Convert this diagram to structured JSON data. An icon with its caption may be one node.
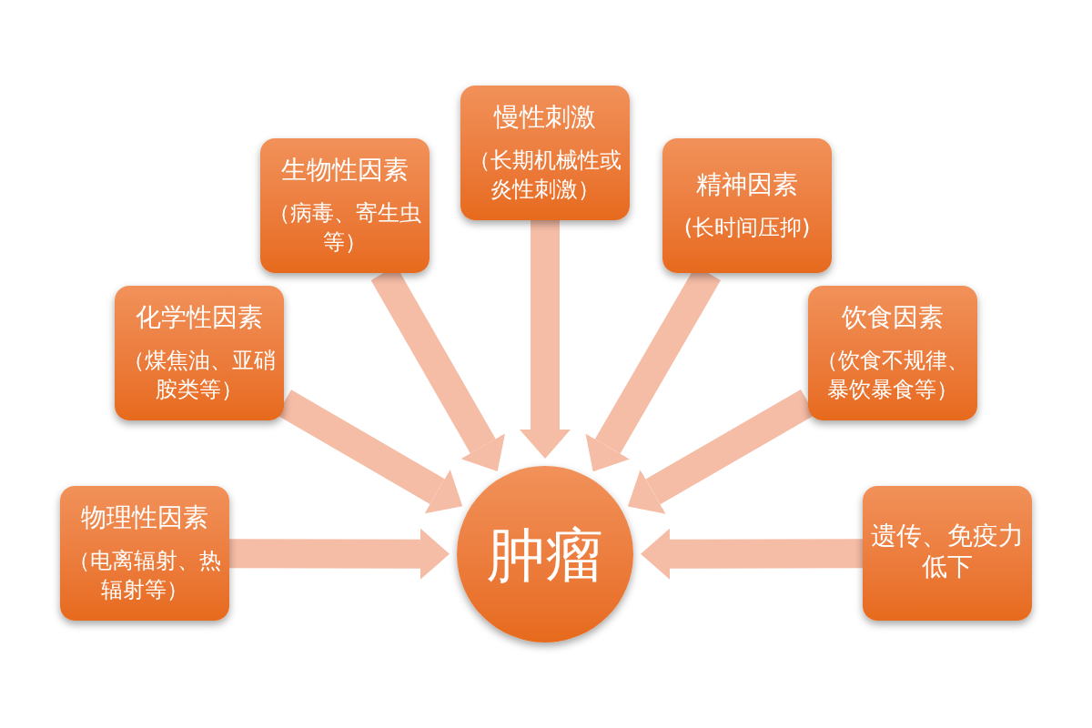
{
  "diagram": {
    "nodes": [
      {
        "text": [
          "物理性因素",
          "（电离辐射、热辐射等）"
        ]
      },
      {
        "text": [
          "化学性因素",
          "（煤焦油、亚硝胺类等）"
        ]
      },
      {
        "text": [
          "生物性因素",
          "（病毒、寄生虫等）"
        ]
      },
      {
        "text": [
          "慢性刺激",
          "（长期机械性或炎性刺激）"
        ]
      },
      {
        "text": [
          "精神因素",
          "(长时间压抑)"
        ]
      },
      {
        "text": [
          "饮食因素",
          "（饮食不规律、暴饮暴食等）"
        ]
      },
      {
        "text": [
          "遗传、免疫力低下"
        ]
      },
      {
        "text": [
          "肿瘤"
        ]
      }
    ],
    "edges": [
      {
        "from": 0,
        "to": 7,
        "arrow": "to"
      },
      {
        "from": 1,
        "to": 7,
        "arrow": "to"
      },
      {
        "from": 2,
        "to": 7,
        "arrow": "to"
      },
      {
        "from": 3,
        "to": 7,
        "arrow": "to"
      },
      {
        "from": 4,
        "to": 7,
        "arrow": "to"
      },
      {
        "from": 5,
        "to": 7,
        "arrow": "to"
      },
      {
        "from": 6,
        "to": 7,
        "arrow": "to"
      }
    ]
  }
}
